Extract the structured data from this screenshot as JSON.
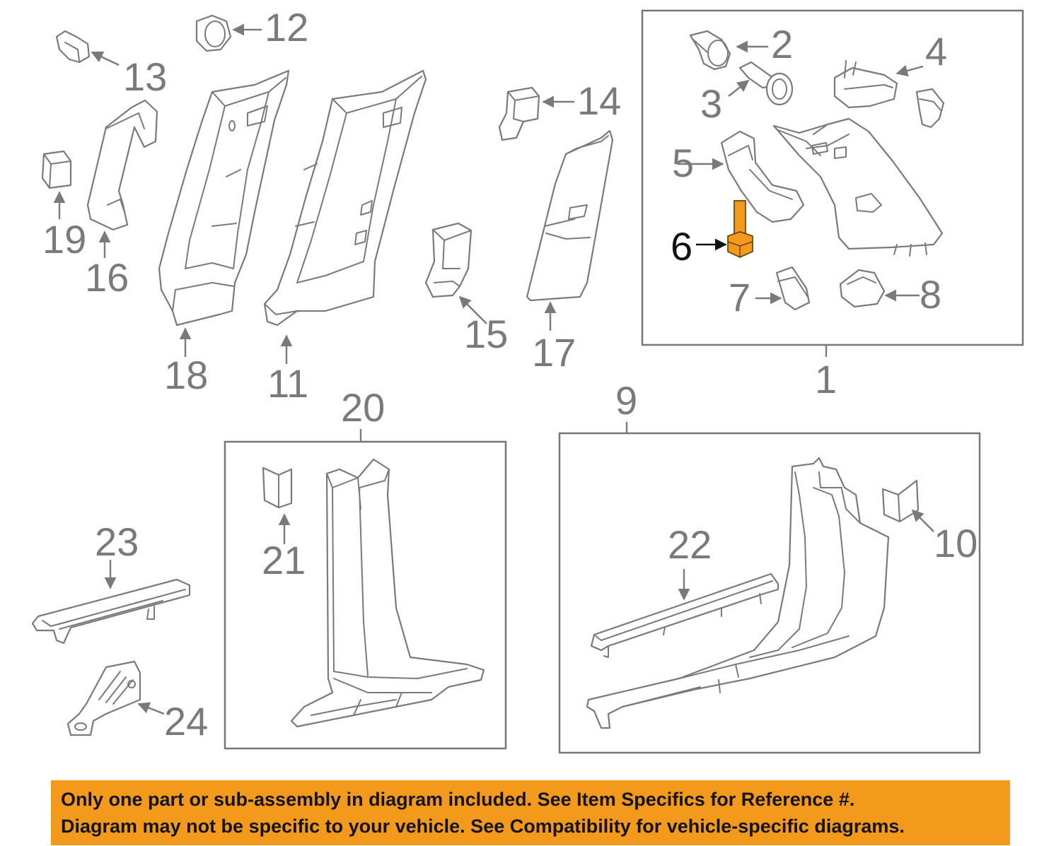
{
  "colors": {
    "highlight": "#f39a1c",
    "banner": "#f39a1c",
    "line": "#7a7a7a"
  },
  "callouts": {
    "c1": "1",
    "c2": "2",
    "c3": "3",
    "c4": "4",
    "c5": "5",
    "c6": "6",
    "c7": "7",
    "c8": "8",
    "c9": "9",
    "c10": "10",
    "c11": "11",
    "c12": "12",
    "c13": "13",
    "c14": "14",
    "c15": "15",
    "c16": "16",
    "c17": "17",
    "c18": "18",
    "c19": "19",
    "c20": "20",
    "c21": "21",
    "c22": "22",
    "c23": "23",
    "c24": "24"
  },
  "highlighted_part": "6",
  "notice": {
    "line1": "Only one part or sub-assembly in diagram included. See Item Specifics for Reference #.",
    "line2": "Diagram may not be specific to your vehicle. See Compatibility for vehicle-specific diagrams."
  }
}
